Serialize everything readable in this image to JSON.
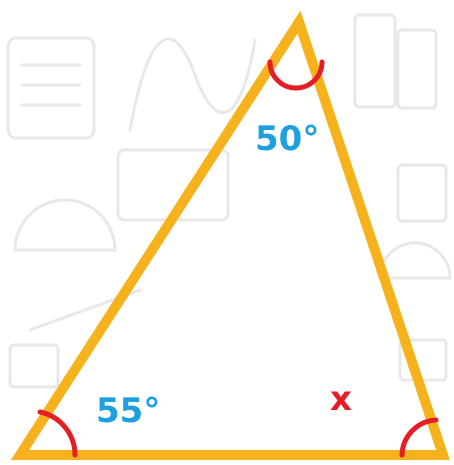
{
  "diagram": {
    "angles": {
      "top": "50°",
      "bottom_left": "55°",
      "bottom_right": "x"
    }
  },
  "colors": {
    "triangle_stroke": "#F5B21C",
    "arc": "#E51E25",
    "known_angle_text": "#1E9FE0",
    "unknown_angle_text": "#E51E25",
    "background_sketch": "#E8E8E8"
  }
}
